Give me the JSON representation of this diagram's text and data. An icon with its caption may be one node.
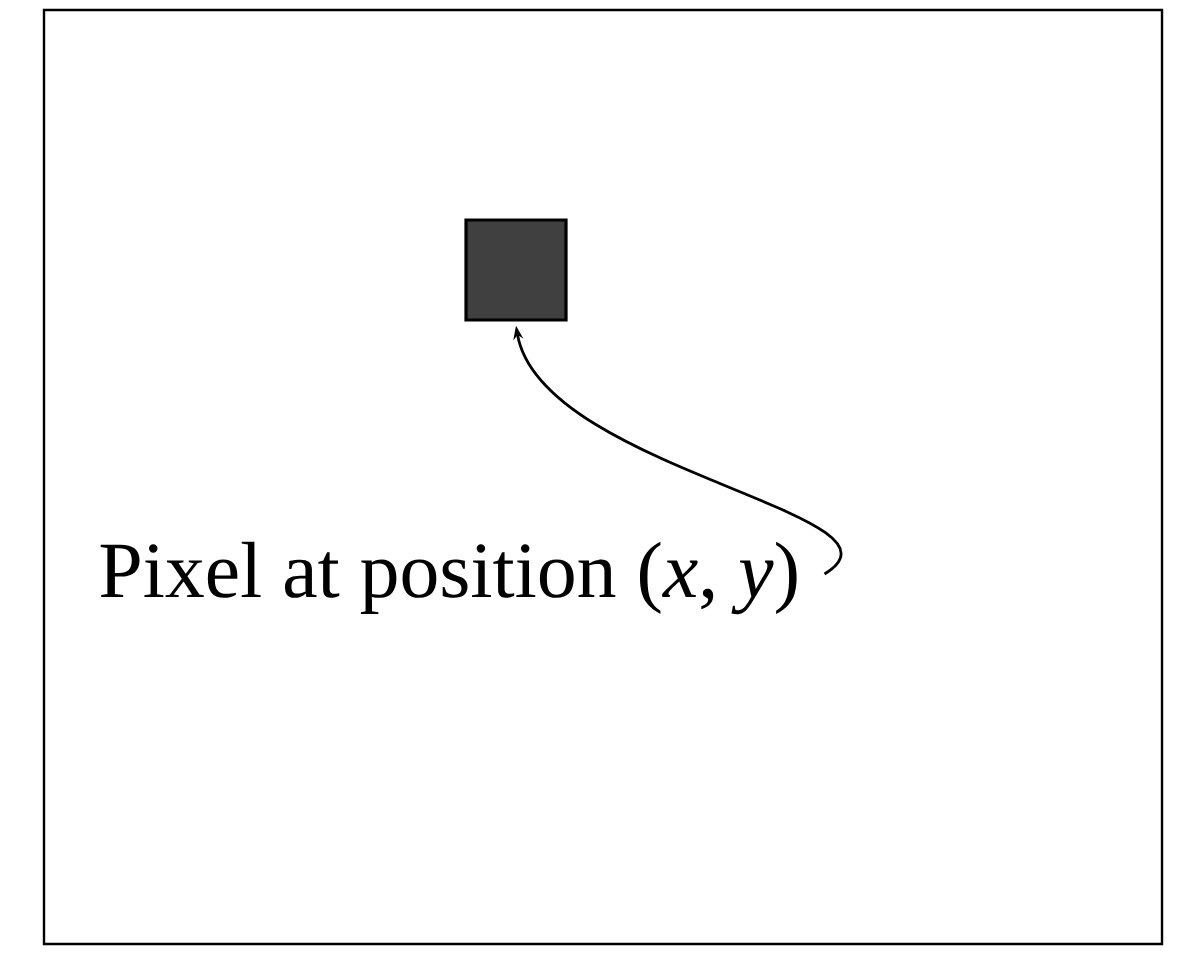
{
  "diagram": {
    "nodes": [
      {
        "text": [],
        "shape": "box"
      },
      {
        "text": [],
        "shape": "box",
        "in": 0
      },
      {
        "text": [
          "Pixel at position (*x*, *y*)"
        ],
        "in": 0
      }
    ],
    "edges": [
      {
        "from": 2,
        "to": 1,
        "arrow": "to"
      }
    ]
  }
}
